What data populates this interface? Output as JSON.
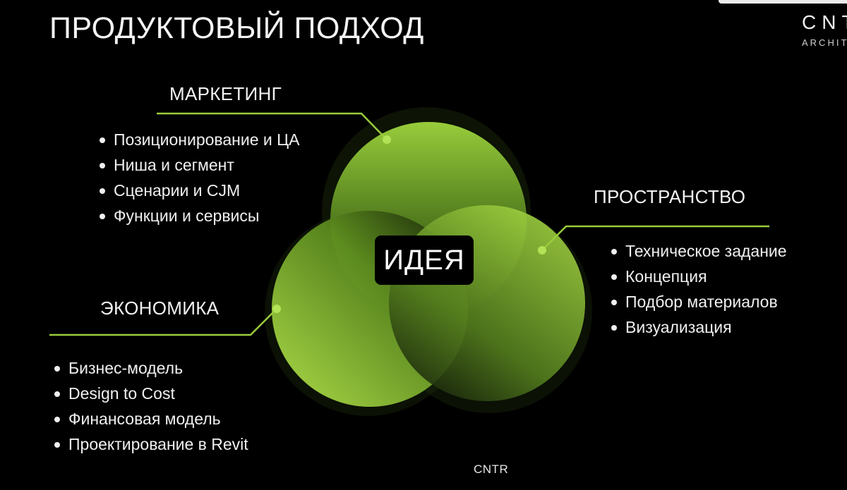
{
  "slide": {
    "title": "ПРОДУКТОВЫЙ ПОДХОД",
    "logo": {
      "main": "CNT",
      "sub": "ARCHIT"
    },
    "center_label": "ИДЕЯ",
    "footer": "CNTR"
  },
  "colors": {
    "background": "#000000",
    "accent_green": "#9acd3c",
    "circle_light": "#a6d846",
    "circle_dark": "#000000"
  },
  "sections": {
    "marketing": {
      "heading": "МАРКЕТИНГ",
      "items": [
        "Позиционирование и ЦА",
        "Ниша и сегмент",
        "Сценарии и CJM",
        "Функции и сервисы"
      ]
    },
    "space": {
      "heading": "ПРОСТРАНСТВО",
      "items": [
        "Техническое задание",
        "Концепция",
        "Подбор материалов",
        "Визуализация"
      ]
    },
    "economics": {
      "heading": "ЭКОНОМИКА",
      "items": [
        "Бизнес-модель",
        "Design to Cost",
        "Финансовая модель",
        "Проектирование в Revit"
      ]
    }
  }
}
